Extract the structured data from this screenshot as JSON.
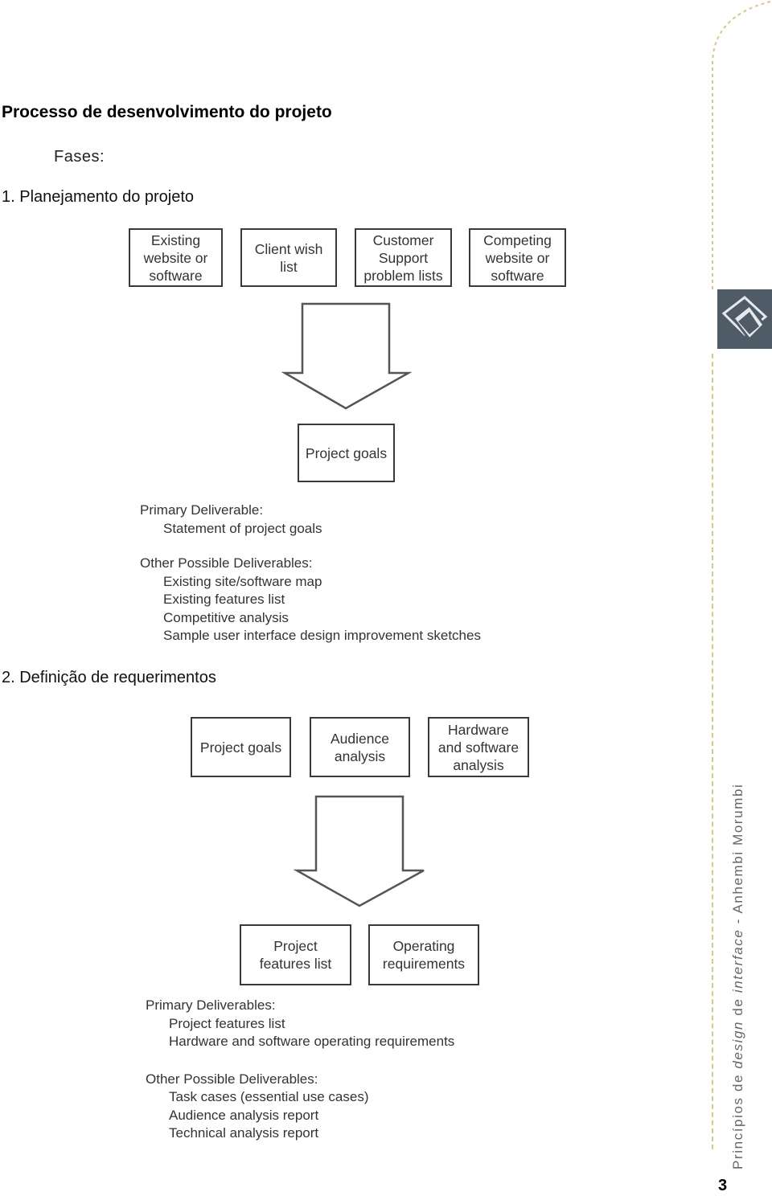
{
  "page": {
    "title": "Processo de desenvolvimento do projeto",
    "subtitle": "Fases:",
    "page_number": "3",
    "sidebar_text_upright_1": "Princípios de ",
    "sidebar_text_italic_1": "design",
    "sidebar_text_upright_2": " de ",
    "sidebar_text_italic_2": "interface",
    "sidebar_text_upright_3": " - Anhembi Morumbi"
  },
  "phase1": {
    "heading": "1. Planejamento do projeto",
    "inputs": [
      "Existing\nwebsite or\nsoftware",
      "Client wish\nlist",
      "Customer\nSupport\nproblem lists",
      "Competing\nwebsite or\nsoftware"
    ],
    "outputs": [
      "Project goals"
    ],
    "primary_heading": "Primary Deliverable:",
    "primary_items": [
      "Statement of project goals"
    ],
    "other_heading": "Other Possible Deliverables:",
    "other_items": [
      "Existing site/software map",
      "Existing features list",
      "Competitive analysis",
      "Sample user interface design improvement sketches"
    ]
  },
  "phase2": {
    "heading": "2. Definição de requerimentos",
    "inputs": [
      "Project goals",
      "Audience\nanalysis",
      "Hardware\nand software\nanalysis"
    ],
    "outputs": [
      "Project\nfeatures list",
      "Operating\nrequirements"
    ],
    "primary_heading": "Primary Deliverables:",
    "primary_items": [
      "Project features list",
      "Hardware and software operating requirements"
    ],
    "other_heading": "Other Possible Deliverables:",
    "other_items": [
      "Task cases (essential use cases)",
      "Audience analysis report",
      "Technical analysis report"
    ]
  }
}
